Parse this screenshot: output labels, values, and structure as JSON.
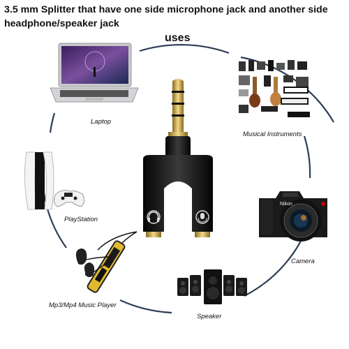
{
  "title": "3.5 mm Splitter that have one side microphone jack and another side headphone/speaker jack",
  "subtitle": "uses",
  "devices": [
    {
      "label": "Laptop",
      "icon": "laptop-icon"
    },
    {
      "label": "Musical Instruments",
      "icon": "musical-instruments-icon"
    },
    {
      "label": "PlayStation",
      "icon": "playstation-icon"
    },
    {
      "label": "Camera",
      "icon": "camera-icon"
    },
    {
      "label": "Mp3/Mp4 Music Player",
      "icon": "mp3-player-icon"
    },
    {
      "label": "Speaker",
      "icon": "speaker-icon"
    }
  ],
  "center_product": {
    "icon": "audio-splitter-icon"
  },
  "colors": {
    "ring": "#2b3d55",
    "splitter_body": "#141414",
    "gold": "#c9a54a"
  }
}
